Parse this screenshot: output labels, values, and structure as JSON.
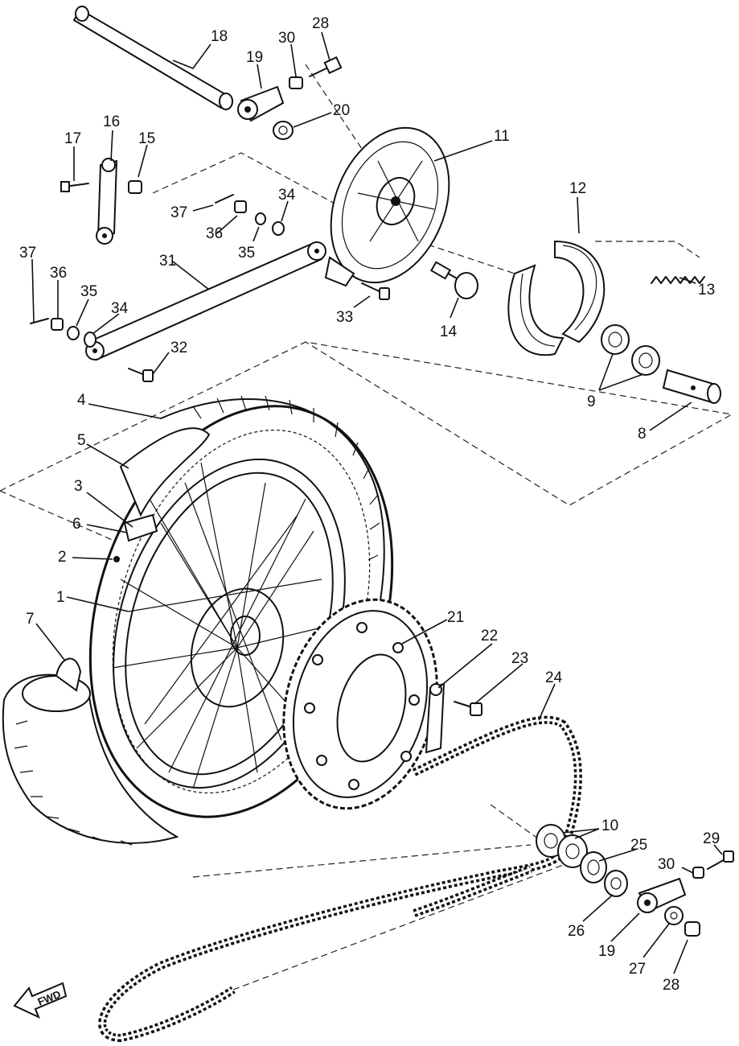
{
  "diagram": {
    "parts": [
      {
        "ref": "1"
      },
      {
        "ref": "2"
      },
      {
        "ref": "3"
      },
      {
        "ref": "4"
      },
      {
        "ref": "5"
      },
      {
        "ref": "6"
      },
      {
        "ref": "7"
      },
      {
        "ref": "8"
      },
      {
        "ref": "9"
      },
      {
        "ref": "10"
      },
      {
        "ref": "11"
      },
      {
        "ref": "12"
      },
      {
        "ref": "13"
      },
      {
        "ref": "14"
      },
      {
        "ref": "15"
      },
      {
        "ref": "16"
      },
      {
        "ref": "17"
      },
      {
        "ref": "18"
      },
      {
        "ref": "19"
      },
      {
        "ref": "20"
      },
      {
        "ref": "21"
      },
      {
        "ref": "22"
      },
      {
        "ref": "23"
      },
      {
        "ref": "24"
      },
      {
        "ref": "25"
      },
      {
        "ref": "26"
      },
      {
        "ref": "27"
      },
      {
        "ref": "28"
      },
      {
        "ref": "29"
      },
      {
        "ref": "30"
      },
      {
        "ref": "31"
      },
      {
        "ref": "32"
      },
      {
        "ref": "33"
      },
      {
        "ref": "34"
      },
      {
        "ref": "35"
      },
      {
        "ref": "36"
      },
      {
        "ref": "37"
      }
    ],
    "fwd_label": "FWD"
  }
}
